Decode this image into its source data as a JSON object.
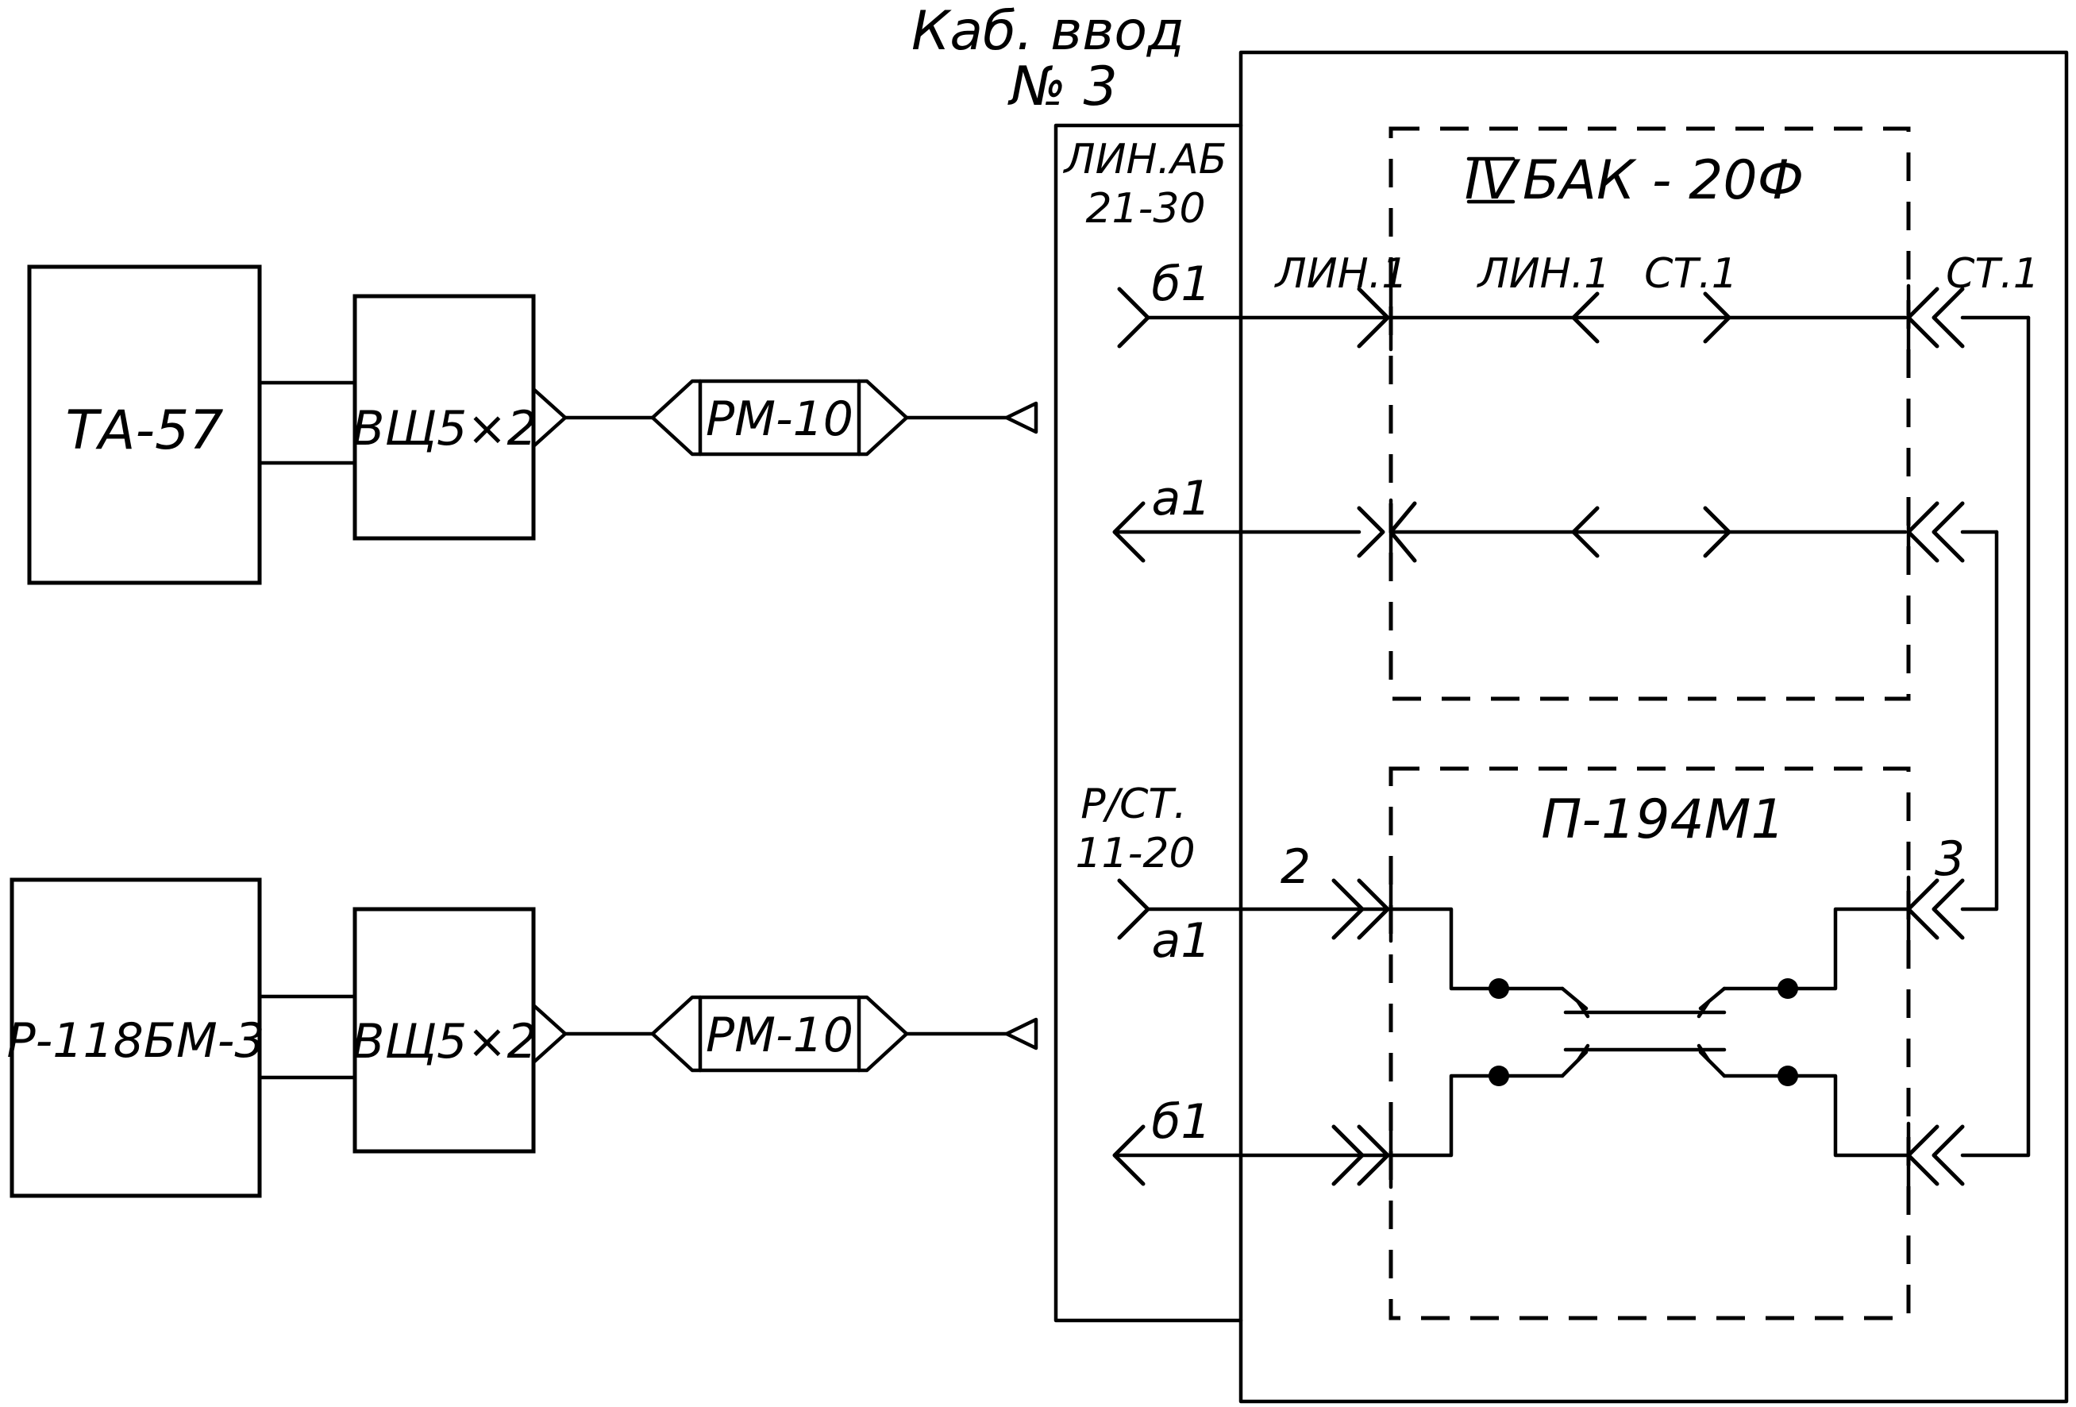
{
  "cable_entry": {
    "line1": "Каб. ввод",
    "line2": "№ 3"
  },
  "devices": {
    "ta57": "ТА-57",
    "r118": "Р-118БМ-3",
    "vsh_top": "ВЩ5×2",
    "vsh_bottom": "ВЩ5×2",
    "rm_top": "РМ-10",
    "rm_bottom": "РМ-10"
  },
  "panel": {
    "lin_ab_1": "ЛИН.АБ",
    "lin_ab_2": "21-30",
    "rst_1": "Р/СТ.",
    "rst_2": "11-20"
  },
  "wires": {
    "b1_top": "б1",
    "a1_top": "а1",
    "a1_bottom": "а1",
    "b1_bottom": "б1",
    "num_2": "2",
    "num_3": "3"
  },
  "bak": {
    "roman": "IV",
    "title": "БАК - 20Ф",
    "lin1_a": "ЛИН.1",
    "lin1_b": "ЛИН.1",
    "st1_a": "СТ.1",
    "st1_b": "СТ.1"
  },
  "p194": {
    "title": "П-194М1"
  }
}
